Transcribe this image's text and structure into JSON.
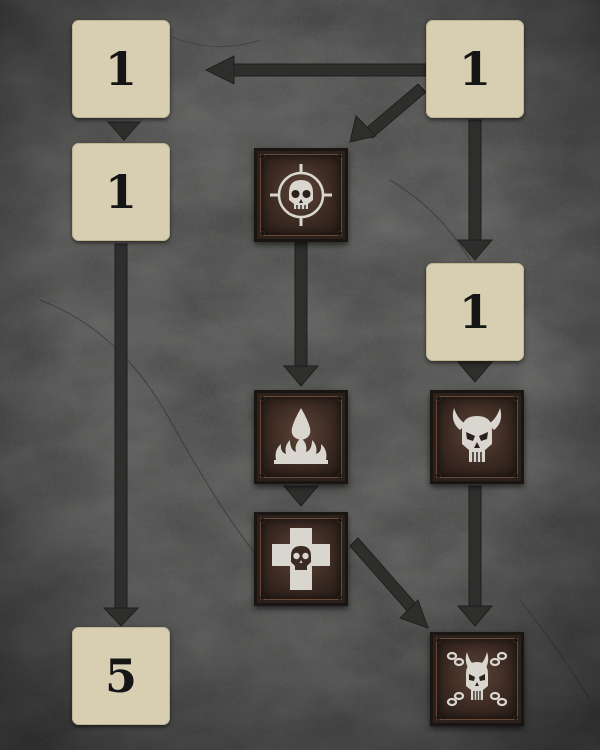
{
  "skill_tree": {
    "rank_nodes": [
      {
        "id": "rank-node-top-left",
        "value": "1"
      },
      {
        "id": "rank-node-top-right",
        "value": "1"
      },
      {
        "id": "rank-node-left-second",
        "value": "1"
      },
      {
        "id": "rank-node-right-second",
        "value": "1"
      },
      {
        "id": "rank-node-bottom-left",
        "value": "5"
      }
    ],
    "skill_nodes": [
      {
        "id": "skill-skull-sigil",
        "icon": "skull-sigil-icon"
      },
      {
        "id": "skill-flame-droplet",
        "icon": "flame-droplet-icon"
      },
      {
        "id": "skill-horned-skull",
        "icon": "horned-skull-icon"
      },
      {
        "id": "skill-skull-cross",
        "icon": "skull-cross-icon"
      },
      {
        "id": "skill-chained-skull",
        "icon": "chained-skull-icon"
      }
    ],
    "colors": {
      "background": "#3c3c3b",
      "rank_tile": "#d8cfb3",
      "rank_text": "#151515",
      "connector": "#2b2b2a",
      "skill_frame": "#2a211c",
      "skill_icon": "#d9d6d0"
    }
  }
}
